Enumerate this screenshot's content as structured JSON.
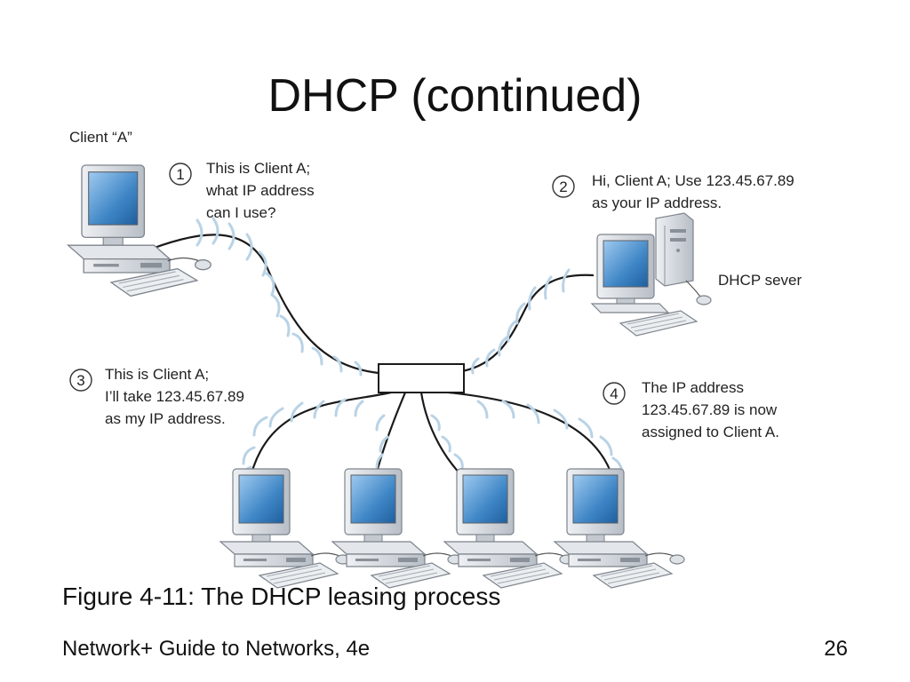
{
  "slide": {
    "title": "DHCP (continued)",
    "caption": "Figure 4-11: The DHCP leasing process",
    "footer_text": "Network+ Guide to Networks, 4e",
    "page_number": "26"
  },
  "diagram": {
    "client_label": "Client “A”",
    "server_label": "DHCP sever",
    "steps": [
      {
        "number": "1",
        "lines": [
          "This is Client A;",
          "what IP address",
          "can I use?"
        ]
      },
      {
        "number": "2",
        "lines": [
          "Hi, Client A; Use 123.45.67.89",
          "as your IP address."
        ]
      },
      {
        "number": "3",
        "lines": [
          "This is Client A;",
          "I’ll take 123.45.67.89",
          "as my IP address."
        ]
      },
      {
        "number": "4",
        "lines": [
          "The IP address",
          "123.45.67.89 is now",
          "assigned to Client A."
        ]
      }
    ]
  },
  "colors": {
    "cable": "#1a1a1a",
    "wave": "#b9d3e6",
    "screen": "#3f86c6",
    "computer_body": "#d9dde2"
  },
  "icons": [
    "desktop-computer-icon",
    "hub-icon",
    "signal-wave-icon"
  ]
}
